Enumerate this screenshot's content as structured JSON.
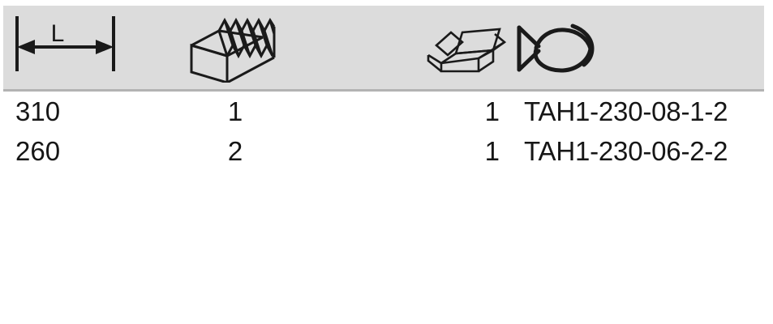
{
  "table": {
    "columns": [
      {
        "key": "length",
        "icon": "length-dimension-icon",
        "icon_label": "L",
        "meaning": "Length L"
      },
      {
        "key": "teeth_profile",
        "icon": "toothed-rack-icon",
        "meaning": "Toothed rack / serrated block"
      },
      {
        "key": "packaging",
        "icon": "open-box-icon",
        "meaning": "Packaging unit"
      },
      {
        "key": "part_code",
        "icon": "fish-icon",
        "meaning": "Article / part number"
      }
    ],
    "rows": [
      {
        "length": "310",
        "quantity": "1",
        "pack": "1",
        "code": "TAH1-230-08-1-2"
      },
      {
        "length": "260",
        "quantity": "2",
        "pack": "1",
        "code": "TAH1-230-06-2-2"
      }
    ]
  },
  "colors": {
    "header_background": "#dcdcdc",
    "header_rule": "#b3b3b3",
    "text": "#161616",
    "icon_stroke": "#1a1a1a",
    "page_background": "#ffffff"
  }
}
